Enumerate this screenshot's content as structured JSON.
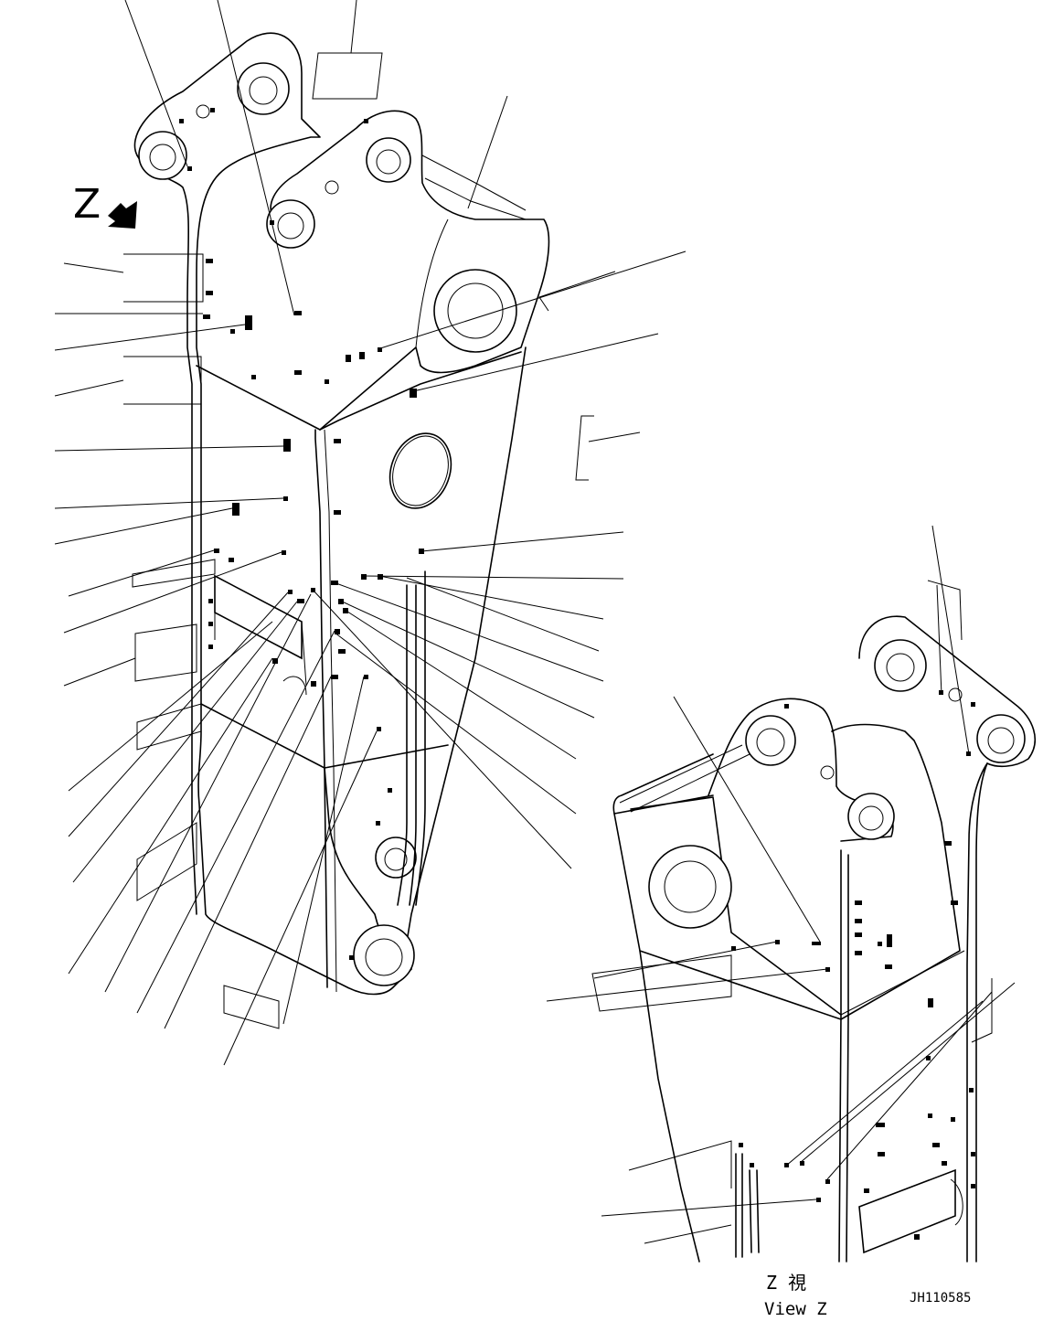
{
  "view_marker": {
    "letter": "Z"
  },
  "caption": {
    "japanese": "Z 視",
    "english": "View Z"
  },
  "drawing_number": "JH110585"
}
